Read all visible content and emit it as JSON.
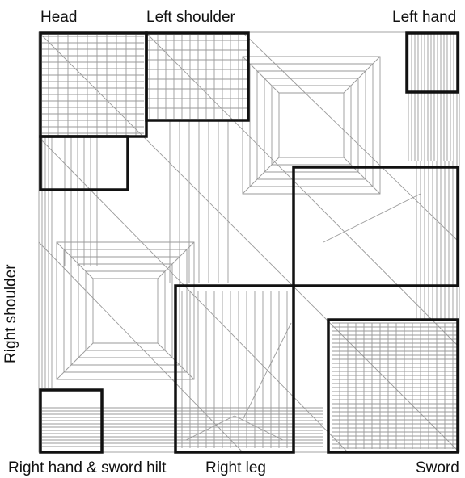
{
  "labels": {
    "head": "Head",
    "left_shoulder": "Left shoulder",
    "left_hand": "Left hand",
    "right_shoulder": "Right shoulder",
    "right_hand_sword_hilt": "Right hand & sword hilt",
    "right_leg": "Right leg",
    "sword": "Sword"
  },
  "colors": {
    "crease_line": "#9a9a9a",
    "region_box": "#111111",
    "background": "#ffffff"
  }
}
